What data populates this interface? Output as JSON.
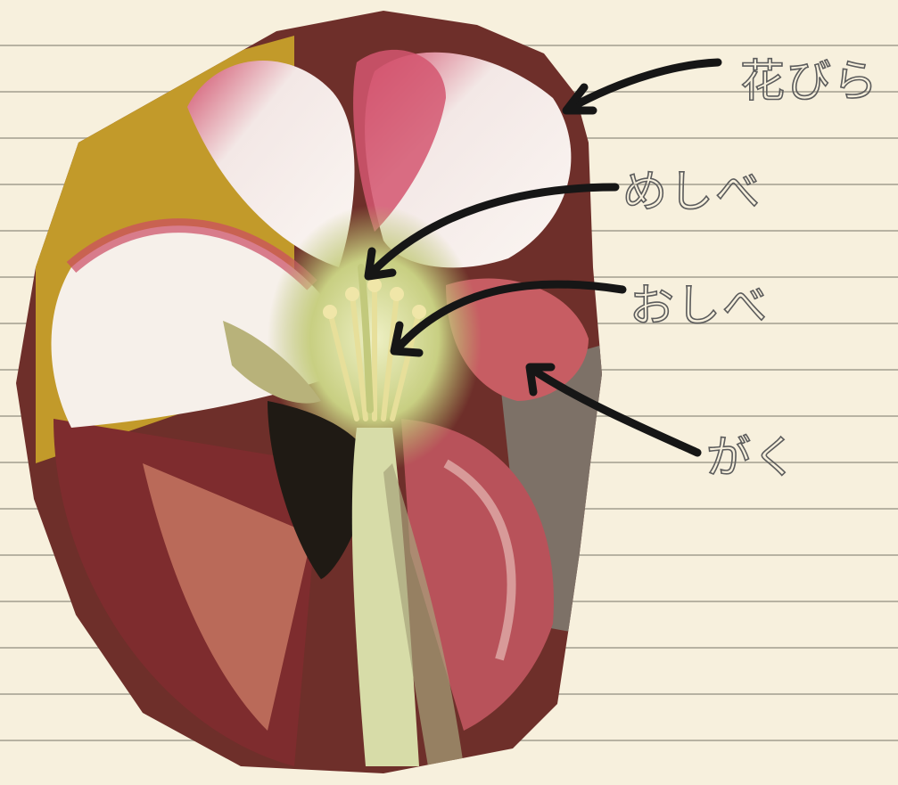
{
  "labels": [
    {
      "id": "petal",
      "text": "花びら"
    },
    {
      "id": "pistil",
      "text": "めしべ"
    },
    {
      "id": "stamen",
      "text": "おしべ"
    },
    {
      "id": "sepal",
      "text": "がく"
    }
  ],
  "colors": {
    "paper": "#f7f0dd",
    "rule_line": "#b7b2a2",
    "pencil": "#5c5c5c",
    "marker": "#161616",
    "petal_white": "#f4efe8",
    "petal_pink": "#c94a62",
    "petal_red": "#9d2c35",
    "stem_green": "#b5bd6a",
    "background_yellow": "#c29a2a"
  }
}
